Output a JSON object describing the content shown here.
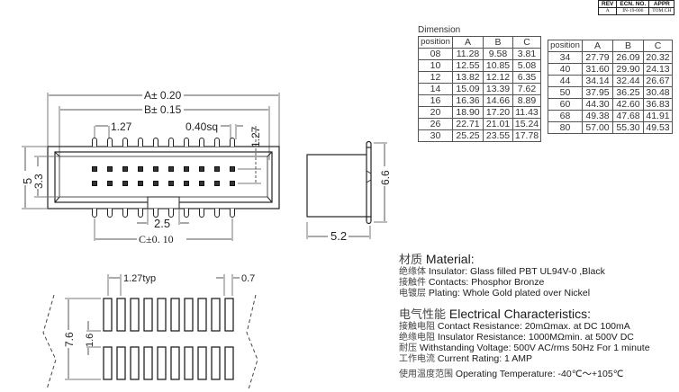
{
  "revision_block": {
    "headers": [
      "REV",
      "ECN. NO.",
      "APPR"
    ],
    "values": [
      "A",
      "IN-19-006",
      "TOM.CH"
    ]
  },
  "dimension_table": {
    "title": "Dimension",
    "columns": [
      "position",
      "A",
      "B",
      "C"
    ],
    "left_rows": [
      [
        "08",
        "11.28",
        "9.58",
        "3.81"
      ],
      [
        "10",
        "12.55",
        "10.85",
        "5.08"
      ],
      [
        "12",
        "13.82",
        "12.12",
        "6.35"
      ],
      [
        "14",
        "15.09",
        "13.39",
        "7.62"
      ],
      [
        "16",
        "16.36",
        "14.66",
        "8.89"
      ],
      [
        "20",
        "18.90",
        "17.20",
        "11.43"
      ],
      [
        "26",
        "22.71",
        "21.01",
        "15.24"
      ],
      [
        "30",
        "25.25",
        "23.55",
        "17.78"
      ]
    ],
    "right_rows": [
      [
        "34",
        "27.79",
        "26.09",
        "20.32"
      ],
      [
        "40",
        "31.60",
        "29.90",
        "24.13"
      ],
      [
        "44",
        "34.14",
        "32.44",
        "26.67"
      ],
      [
        "50",
        "37.95",
        "36.25",
        "30.48"
      ],
      [
        "60",
        "44.30",
        "42.60",
        "36.83"
      ],
      [
        "68",
        "49.38",
        "47.68",
        "41.91"
      ],
      [
        "80",
        "57.00",
        "55.30",
        "49.53"
      ]
    ]
  },
  "front_view": {
    "dim_a": "A± 0.20",
    "dim_b": "B± 0.15",
    "pitch": "1.27",
    "pin_size": "0.40sq",
    "row_pitch": "1.27",
    "height_outer": "5",
    "height_inner": "3.3",
    "key_width": "2.5",
    "dim_c": "C±0. 10",
    "pins_per_row": 10
  },
  "side_view": {
    "height": "6.6",
    "depth": "5.2"
  },
  "pcb_layout": {
    "pitch": "1.27typ",
    "pad_width": "0.7",
    "overall_length": "7.6",
    "row_gap": "1.6",
    "pads_per_row": 10
  },
  "specs": {
    "material": {
      "heading_cn": "材质",
      "heading_en": "Material:",
      "lines": [
        {
          "cn": "绝缘体",
          "en": "Insulator: Glass filled PBT UL94V-0 ,Black"
        },
        {
          "cn": "接触件",
          "en": "Contacts: Phosphor Bronze"
        },
        {
          "cn": "电镀层",
          "en": "Plating: Whole Gold plated over Nickel"
        }
      ]
    },
    "electrical": {
      "heading_cn": "电气性能",
      "heading_en": "Electrical Characteristics:",
      "lines": [
        {
          "cn": "接触电阻",
          "en": "Contact Resistance: 20mΩmax. at DC 100mA"
        },
        {
          "cn": "绝缘电阻",
          "en": "Insulator Resistance: 1000MΩmin. at 500V DC"
        },
        {
          "cn": "耐压",
          "en": "Withstanding Voltage: 500V AC/rms 50Hz For 1 minute"
        },
        {
          "cn": "工作电流",
          "en": "Current Rating: 1 AMP"
        }
      ]
    },
    "temperature": {
      "cn": "使用温度范围",
      "en": "Operating Temperature: -40℃～+105℃"
    }
  }
}
